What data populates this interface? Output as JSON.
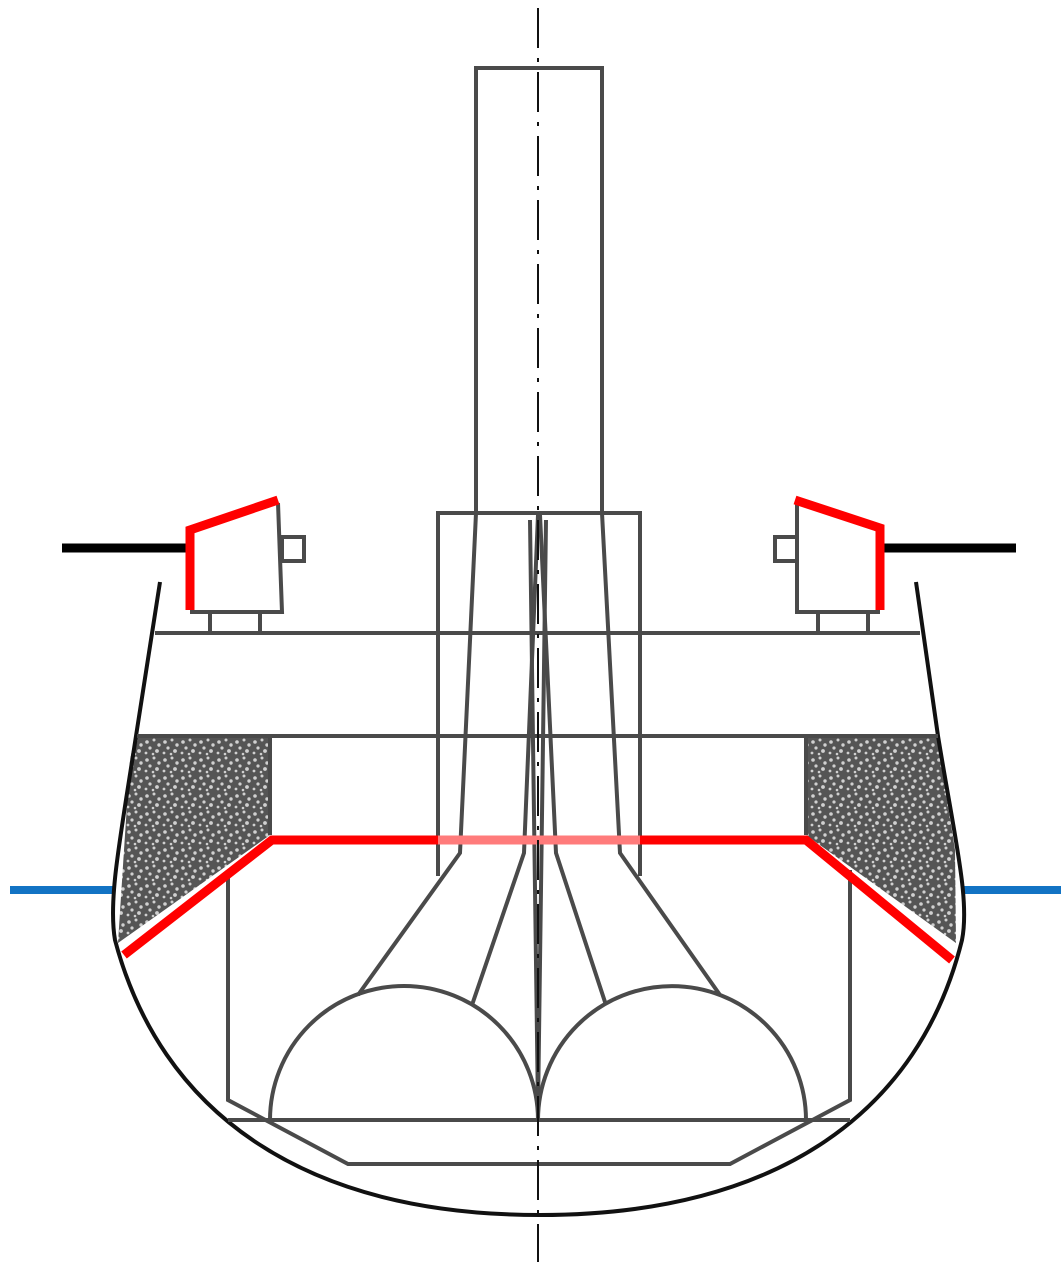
{
  "diagram": {
    "colors": {
      "background": "#ffffff",
      "structure": "#4a4a4a",
      "hull": "#111111",
      "deck": "#000000",
      "highlight": "#ff0000",
      "highlight_translucent": "#ff7b7b",
      "waterline": "#1273c4",
      "ballast_fill": "#555555",
      "ballast_speckle": "#d0d0d0"
    },
    "components": [
      "hull",
      "centerline",
      "shaft",
      "upper-deck",
      "lower-deck",
      "ballast-left",
      "ballast-right",
      "housing-left",
      "housing-right",
      "bulbs",
      "waterline",
      "deck-line"
    ]
  }
}
